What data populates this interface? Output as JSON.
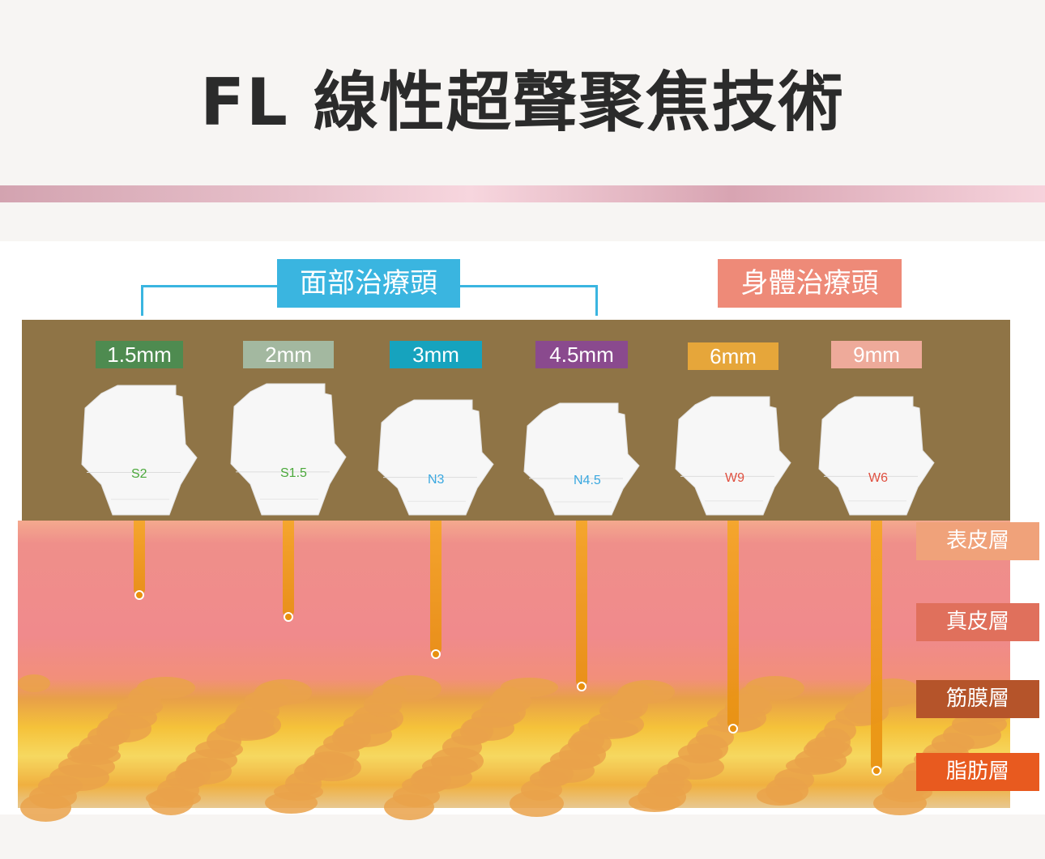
{
  "title": "FL 線性超聲聚焦技術",
  "groups": {
    "face": "面部治療頭",
    "body": "身體治療頭"
  },
  "probes": [
    {
      "size": "1.5mm",
      "color": "#4e8b50",
      "code": "S2",
      "code_color": "#4aa83a",
      "depth_mm": 1.5
    },
    {
      "size": "2mm",
      "color": "#a3b8a0",
      "code": "S1.5",
      "code_color": "#4aa83a",
      "depth_mm": 2
    },
    {
      "size": "3mm",
      "color": "#16a3be",
      "code": "N3",
      "code_color": "#3aa8e0",
      "depth_mm": 3
    },
    {
      "size": "4.5mm",
      "color": "#8a4a8e",
      "code": "N4.5",
      "code_color": "#3aa8e0",
      "depth_mm": 4.5
    },
    {
      "size": "6mm",
      "color": "#e6a63a",
      "code": "W9",
      "code_color": "#e05040",
      "depth_mm": 6
    },
    {
      "size": "9mm",
      "color": "#eeaa9a",
      "code": "W6",
      "code_color": "#e05040",
      "depth_mm": 9
    }
  ],
  "layers": [
    {
      "label": "表皮層",
      "color": "#f0a27a"
    },
    {
      "label": "真皮層",
      "color": "#e0705c"
    },
    {
      "label": "筋膜層",
      "color": "#b5542a"
    },
    {
      "label": "脂肪層",
      "color": "#e85a1f"
    }
  ]
}
